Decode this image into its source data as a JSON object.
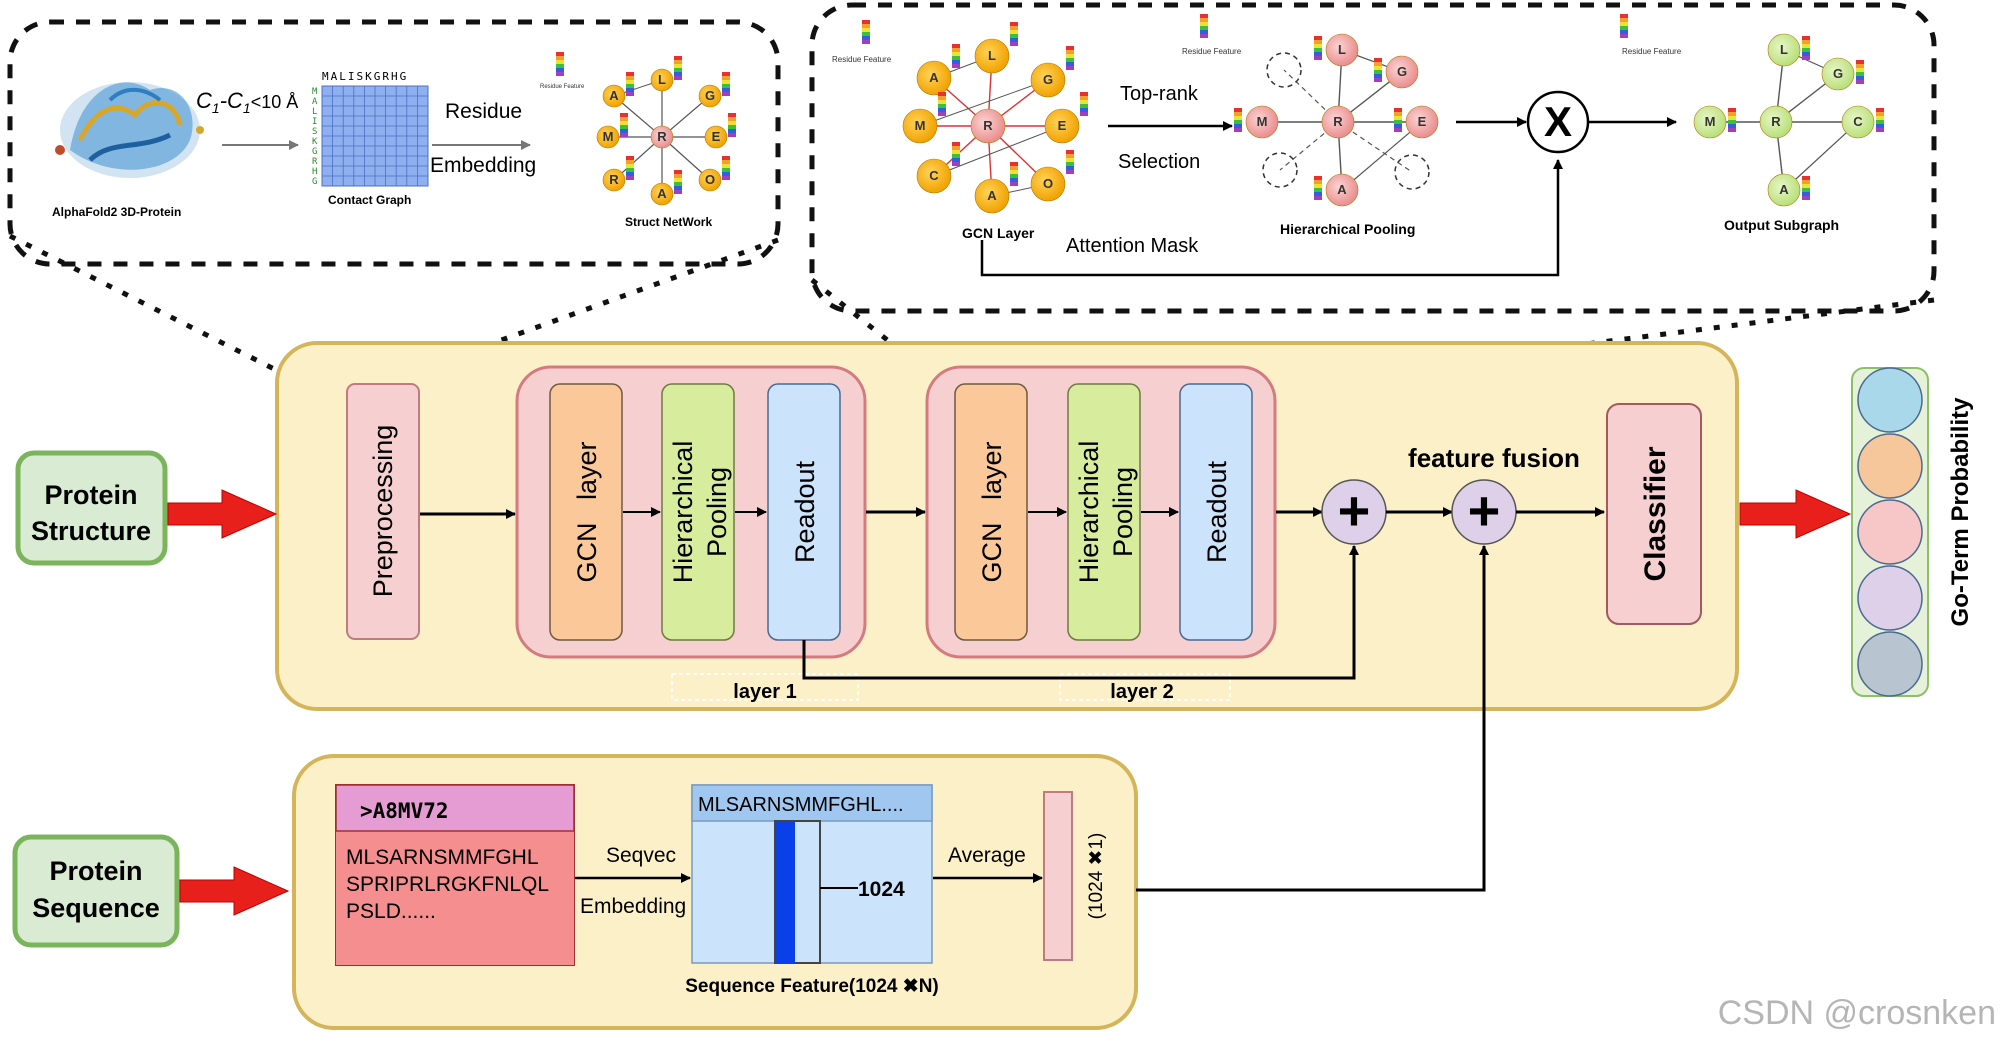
{
  "inputs": {
    "structure": "Protein\nStructure",
    "sequence": "Protein\nSequence"
  },
  "preprocess": {
    "protein_caption": "AlphaFold2 3D-Protein",
    "contact_caption": "Contact Graph",
    "contact_header": "MALISKGRHG",
    "contact_side": "MALISKGRHG",
    "cutoff_label_c": "C",
    "cutoff_label_sub": "1",
    "cutoff_label_rest": "<10 Å",
    "residue_label": "Residue",
    "embedding_label": "Embedding",
    "network_caption": "Struct NetWork",
    "residue_feature_label": "Residue Feature"
  },
  "gcn_detail": {
    "gcn_caption": "GCN Layer",
    "topk_label": "Top-rank",
    "selection_label": "Selection",
    "pooling_caption": "Hierarchical Pooling",
    "attention_label": "Attention Mask",
    "multiply_symbol": "X",
    "output_caption": "Output Subgraph",
    "residue_feature_label": "Residue Feature",
    "node_letters": [
      "A",
      "L",
      "G",
      "M",
      "R",
      "E",
      "C",
      "A",
      "O",
      "M",
      "L",
      "G",
      "R",
      "E",
      "A",
      "L",
      "G",
      "M",
      "R",
      "C",
      "A"
    ]
  },
  "main": {
    "preprocessing": "Preprocessing",
    "gcn1": "GCN   layer",
    "pool1": "Hierarchical\nPooling",
    "readout1": "Readout",
    "layer1": "layer 1",
    "gcn2": "GCN   layer",
    "pool2": "Hierarchical\nPooling",
    "readout2": "Readout",
    "layer2": "layer 2",
    "fusion_label": "feature fusion",
    "classifier": "Classifier",
    "output_label": "Go-Term Probability",
    "output_colors": [
      "#a9d8ea",
      "#f6c79a",
      "#f7c6c6",
      "#ddd0e8",
      "#b8c4cf"
    ]
  },
  "sequence": {
    "seq_id": ">A8MV72",
    "seq_lines": [
      "MLSARNSMMFGHL",
      "SPRIPRLRGKFNLQL",
      "PSLD......"
    ],
    "seqvec_label": "Seqvec",
    "embedding_label": "Embedding",
    "matrix_header": "MLSARNSMMFGHL....",
    "dim_label": "1024",
    "average_label": "Average",
    "vector_label": "(1024 ✖1)",
    "feature_caption": "Sequence Feature(1024 ✖N)"
  },
  "watermark": "CSDN @crosnken",
  "colors": {
    "yellow_panel": "#fcf0c8",
    "yellow_border": "#d4b55a",
    "pink_block": "#f6cfd0",
    "pink_border": "#d47b80",
    "orange_block": "#fbc89a",
    "green_block": "#d7ec9c",
    "blue_block": "#cbe3fb",
    "input_green": "#d9ebd3",
    "input_border": "#7ab55c",
    "red_arrow": "#e8201c",
    "purple_plus": "#ddd0e8"
  }
}
